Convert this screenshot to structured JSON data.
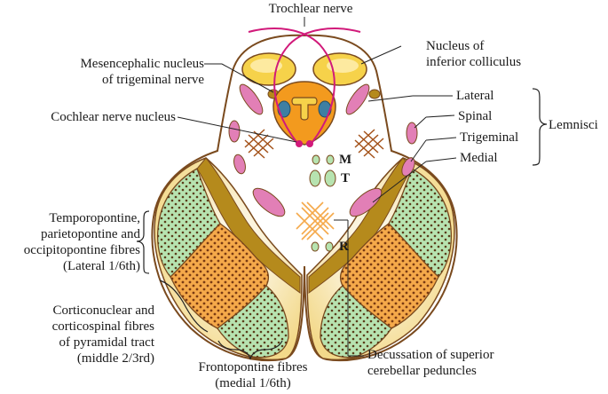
{
  "labels": {
    "trochlear": "Trochlear nerve",
    "mesencephalic_l1": "Mesencephalic nucleus",
    "mesencephalic_l2": "of trigeminal nerve",
    "cochlear": "Cochlear nerve nucleus",
    "inferior_colliculus_l1": "Nucleus of",
    "inferior_colliculus_l2": "inferior colliculus",
    "lateral": "Lateral",
    "spinal": "Spinal",
    "trigeminal": "Trigeminal",
    "medial": "Medial",
    "lemnisci": "Lemnisci",
    "m": "M",
    "t": "T",
    "r": "R",
    "temporo_l1": "Temporopontine,",
    "temporo_l2": "parietopontine and",
    "temporo_l3": "occipitopontine fibres",
    "temporo_l4": "(Lateral 1/6th)",
    "cortico_l1": "Corticonuclear and",
    "cortico_l2": "corticospinal fibres",
    "cortico_l3": "of pyramidal tract",
    "cortico_l4": "(middle 2/3rd)",
    "fronto_l1": "Frontopontine fibres",
    "fronto_l2": "(medial 1/6th)",
    "decussation_l1": "Decussation of superior",
    "decussation_l2": "cerebellar peduncles"
  },
  "colors": {
    "outline": "#7a4a1e",
    "colliculus": "#f6d24a",
    "periaqueductal": "#f39a1e",
    "lemniscus": "#e27fb6",
    "pyramidal": "#f5a94a",
    "pontine_green": "#b7e3b0",
    "olive_band": "#b58a1c",
    "trochlear": "#d11a7a",
    "dots": "#7a3a12",
    "nucleus_blue": "#3e7fa3"
  }
}
